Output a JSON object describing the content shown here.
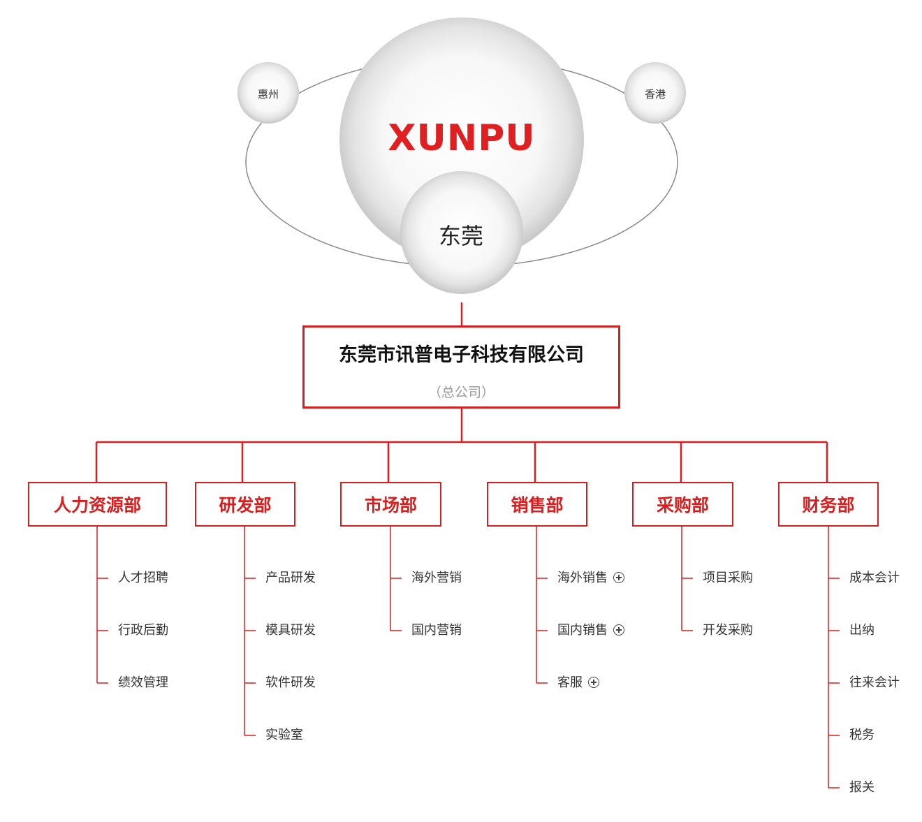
{
  "top": {
    "brand": "XUNPU",
    "main_city": "东莞",
    "left_city": "惠州",
    "right_city": "香港"
  },
  "hq": {
    "name": "东莞市讯普电子科技有限公司",
    "subtitle": "（总公司）"
  },
  "colors": {
    "accent": "#d81e1e",
    "line_gray": "#888888"
  },
  "departments": [
    {
      "name": "人力资源部",
      "items": [
        {
          "label": "人才招聘",
          "expand": false
        },
        {
          "label": "行政后勤",
          "expand": false
        },
        {
          "label": "绩效管理",
          "expand": false
        }
      ]
    },
    {
      "name": "研发部",
      "items": [
        {
          "label": "产品研发",
          "expand": false
        },
        {
          "label": "模具研发",
          "expand": false
        },
        {
          "label": "软件研发",
          "expand": false
        },
        {
          "label": "实验室",
          "expand": false
        }
      ]
    },
    {
      "name": "市场部",
      "items": [
        {
          "label": "海外营销",
          "expand": false
        },
        {
          "label": "国内营销",
          "expand": false
        }
      ]
    },
    {
      "name": "销售部",
      "items": [
        {
          "label": "海外销售",
          "expand": true
        },
        {
          "label": "国内销售",
          "expand": true
        },
        {
          "label": "客服",
          "expand": true
        }
      ]
    },
    {
      "name": "采购部",
      "items": [
        {
          "label": "项目采购",
          "expand": false
        },
        {
          "label": "开发采购",
          "expand": false
        }
      ]
    },
    {
      "name": "财务部",
      "items": [
        {
          "label": "成本会计",
          "expand": false
        },
        {
          "label": "出纳",
          "expand": false
        },
        {
          "label": "往来会计",
          "expand": false
        },
        {
          "label": "税务",
          "expand": false
        },
        {
          "label": "报关",
          "expand": false
        }
      ]
    }
  ]
}
